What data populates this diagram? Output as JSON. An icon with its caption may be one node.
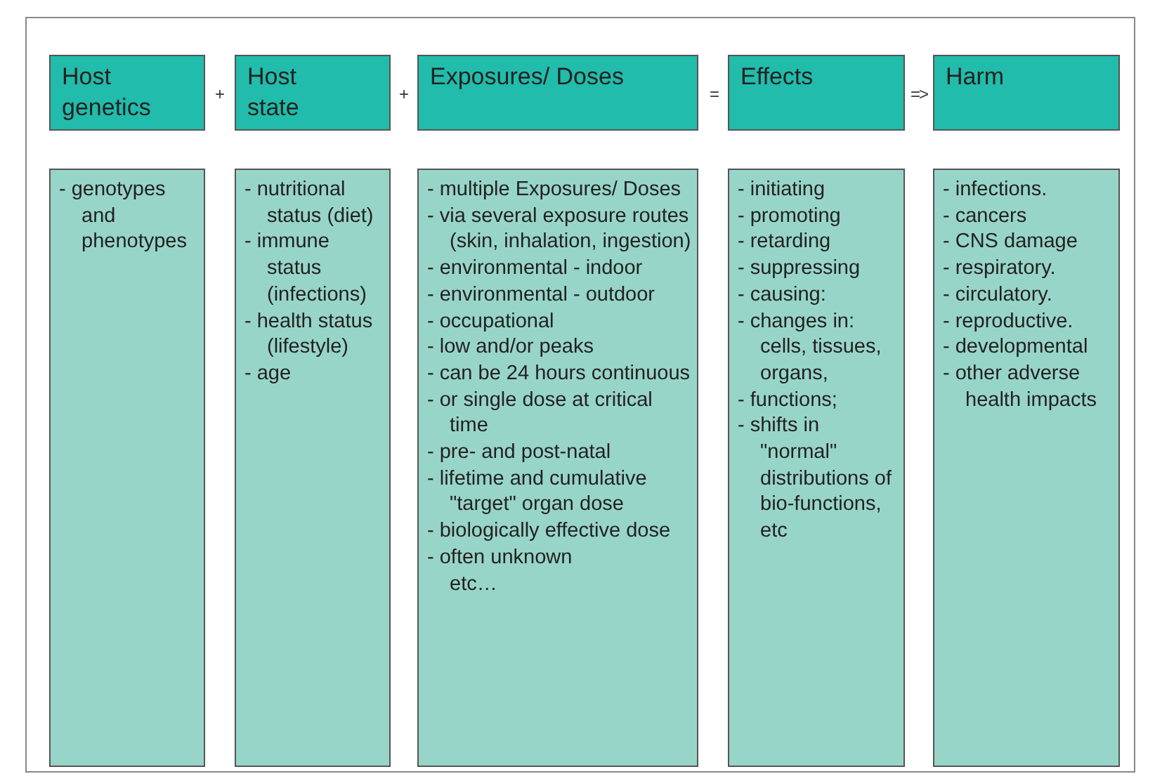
{
  "diagram": {
    "nodes": [
      {
        "text": [
          "Host genetics"
        ]
      },
      {
        "text": [
          "Host state"
        ]
      },
      {
        "text": [
          "Exposures/ Doses"
        ]
      },
      {
        "text": [
          "Effects"
        ]
      },
      {
        "text": [
          "Harm"
        ]
      },
      {
        "text": [
          "- genotypes and phenotypes"
        ]
      },
      {
        "text": [
          "- nutritional status (diet)",
          "- immune status (infections)",
          "- health status (lifestyle)",
          "- age"
        ]
      },
      {
        "text": [
          "- multiple Exposures/ Doses",
          "- via several exposure routes (skin, inhalation, ingestion)",
          "- environmental - indoor",
          "- environmental - outdoor",
          "- occupational",
          "- low and/or peaks",
          "- can be 24 hours continuous",
          "- or single dose at critical time",
          "- pre- and post-natal",
          "- lifetime and cumulative \"target\" organ dose",
          "- biologically effective dose",
          "- often unknown",
          "etc…"
        ]
      },
      {
        "text": [
          "- initiating",
          "- promoting",
          "- retarding",
          "- suppressing",
          "- causing:",
          "- changes in: cells, tissues, organs,",
          "- functions;",
          "- shifts in \"normal\" distributions of bio-functions, etc"
        ]
      },
      {
        "text": [
          "- infections.",
          "- cancers",
          "- CNS damage",
          "- respiratory.",
          "- circulatory.",
          "- reproductive.",
          "- developmental",
          "- other adverse health impacts"
        ]
      }
    ],
    "labels": [
      "+",
      "+",
      "=",
      "=>"
    ]
  }
}
